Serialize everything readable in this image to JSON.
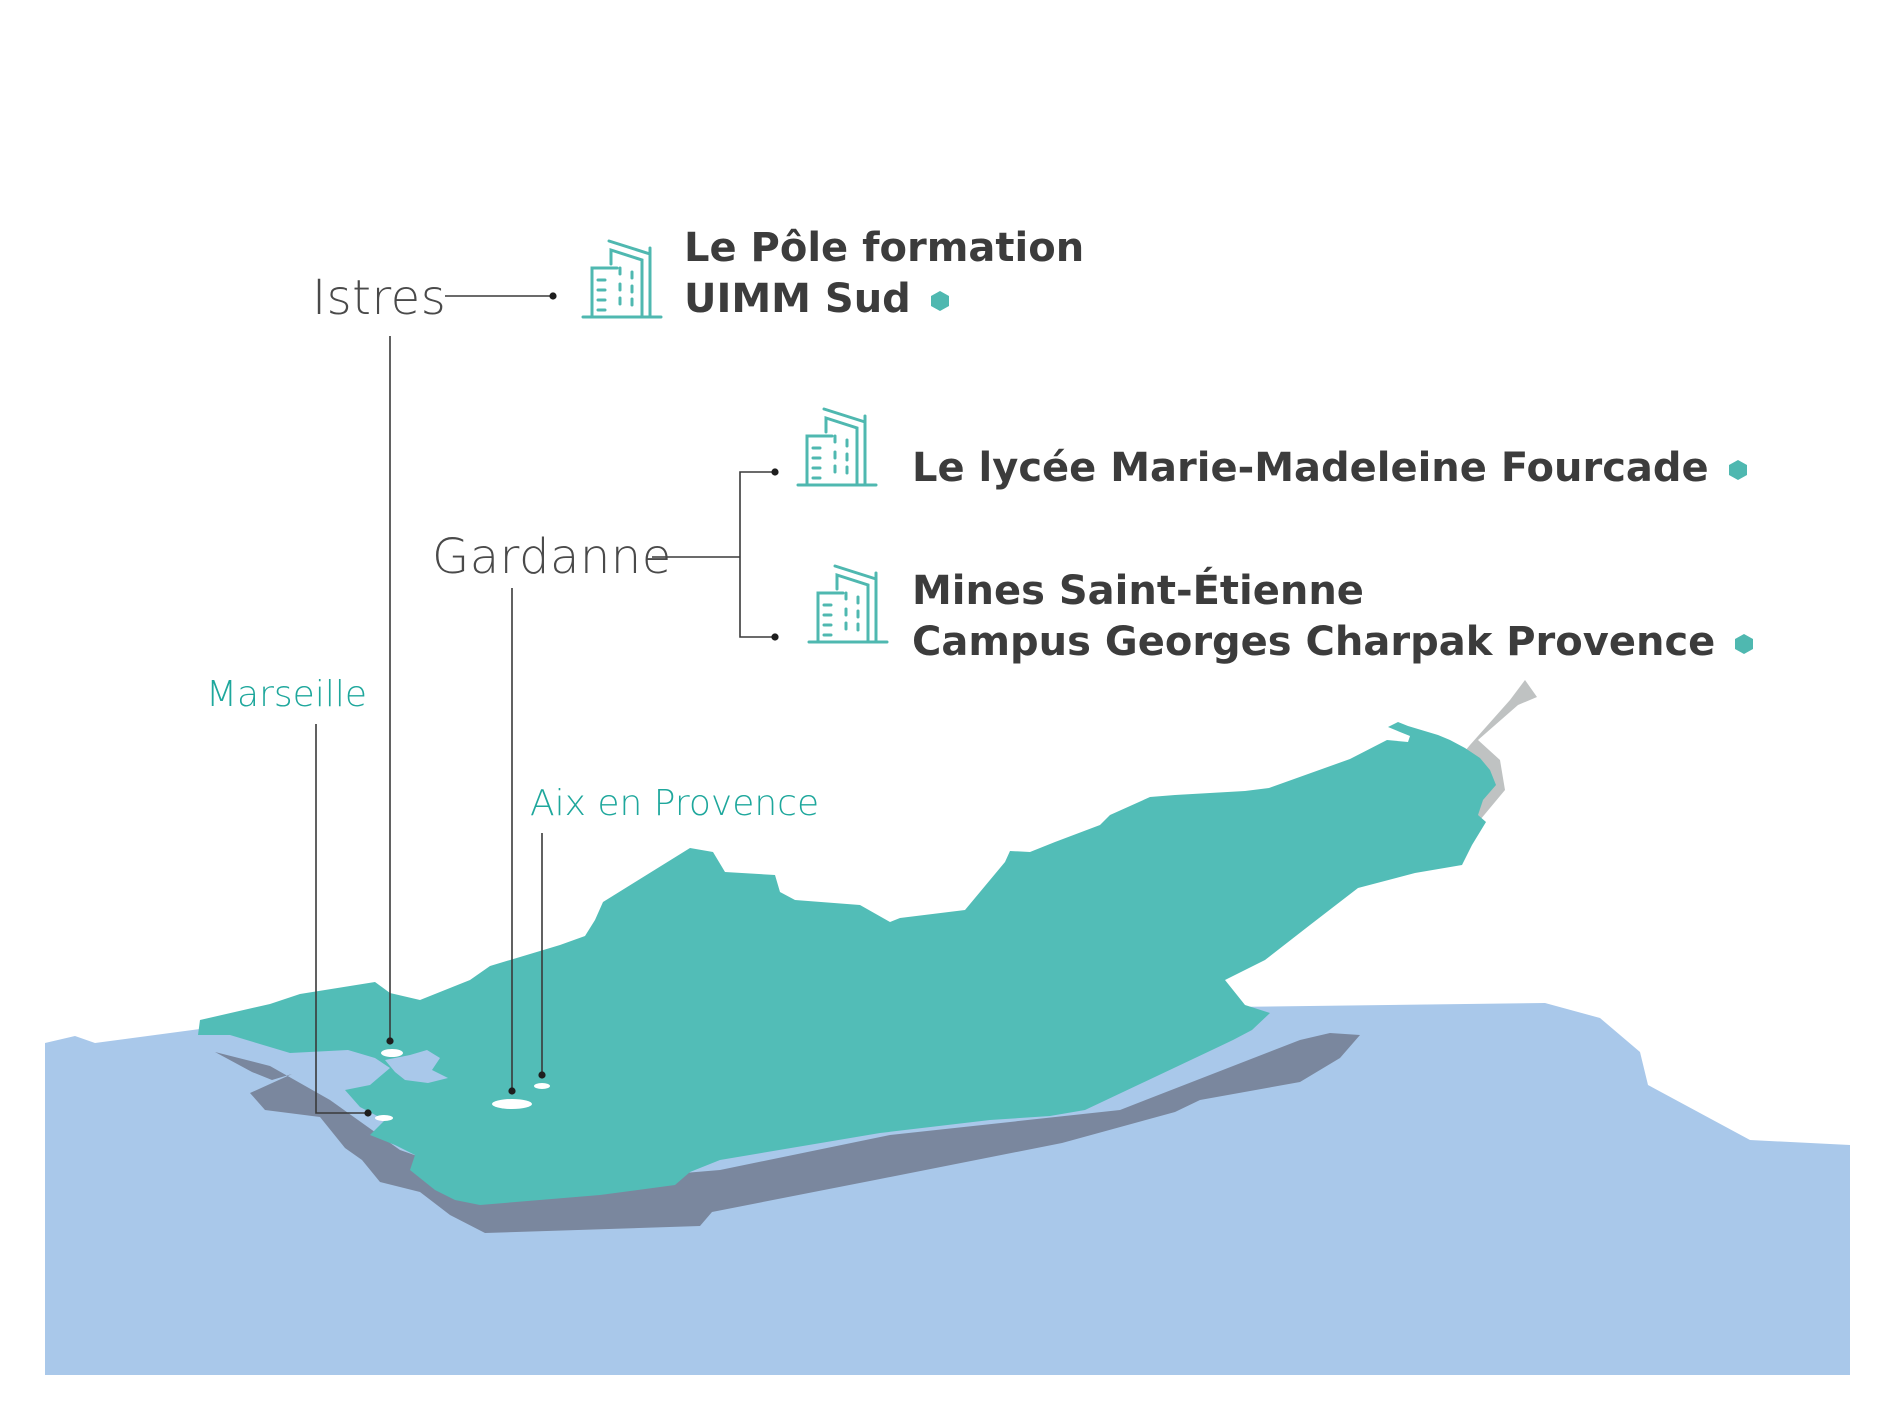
{
  "colors": {
    "land": "#52bdb7",
    "land_shadow_south": "#7a879e",
    "land_shadow_east": "#bfc2c2",
    "sea": "#a9c8ea",
    "pond": "#a9c8ea",
    "accent": "#4fb8b0",
    "connector": "#3a3a3a",
    "main_text": "#4a4a4a",
    "minor_text": "#1ea79c",
    "site_text": "#3c3c3c"
  },
  "cities": {
    "istres": "Istres",
    "gardanne": "Gardanne",
    "marseille": "Marseille",
    "aix": "Aix en Provence"
  },
  "sites": {
    "pole": {
      "line1": "Le Pôle formation",
      "line2": "UIMM Sud",
      "icon": "building-icon"
    },
    "lycee": {
      "line1": "Le lycée Marie-Madeleine Fourcade",
      "icon": "building-icon"
    },
    "mines": {
      "line1": "Mines Saint-Étienne",
      "line2": "Campus Georges Charpak Provence",
      "icon": "building-icon"
    }
  },
  "bullet_icon": "hexagon-bullet-icon"
}
